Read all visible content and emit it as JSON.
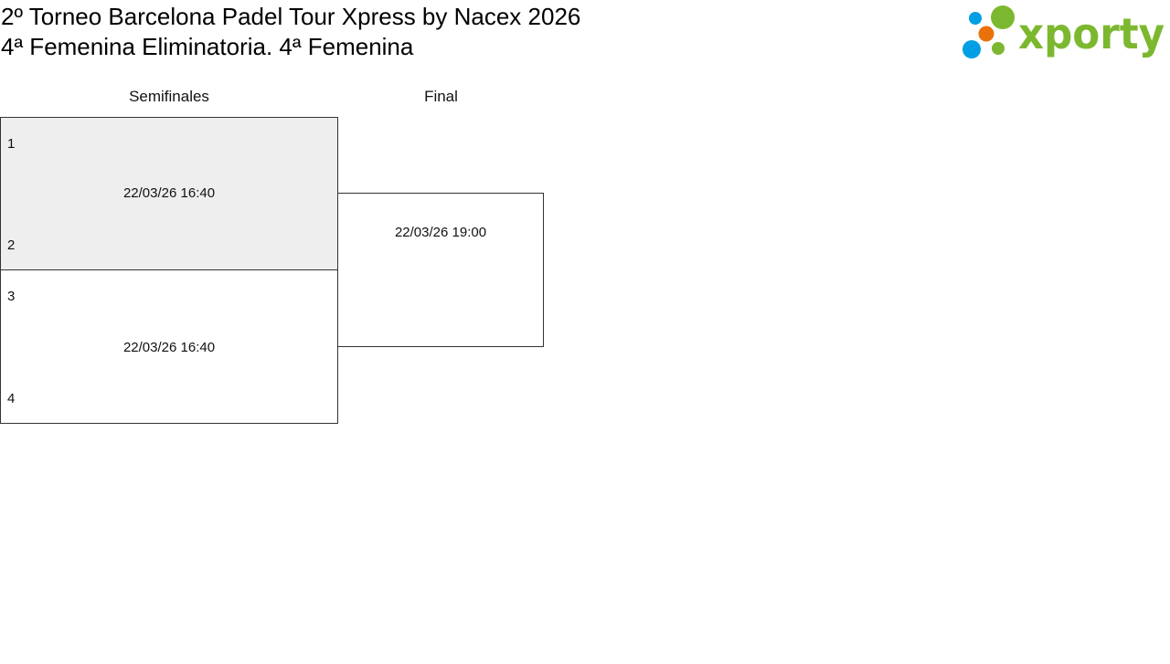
{
  "header": {
    "title": "2º Torneo Barcelona Padel Tour Xpress by Nacex 2026",
    "subtitle": "4ª Femenina Eliminatoria. 4ª Femenina",
    "logo_text": "xporty",
    "colors": {
      "green": "#7cb82f",
      "blue": "#009fe3",
      "orange": "#e8710a"
    }
  },
  "rounds": [
    {
      "label": "Semifinales"
    },
    {
      "label": "Final"
    }
  ],
  "matches": [
    {
      "seed_top": "1",
      "seed_bottom": "2",
      "datetime": "22/03/26 16:40"
    },
    {
      "seed_top": "3",
      "seed_bottom": "4",
      "datetime": "22/03/26 16:40"
    },
    {
      "datetime": "22/03/26 19:00"
    }
  ]
}
